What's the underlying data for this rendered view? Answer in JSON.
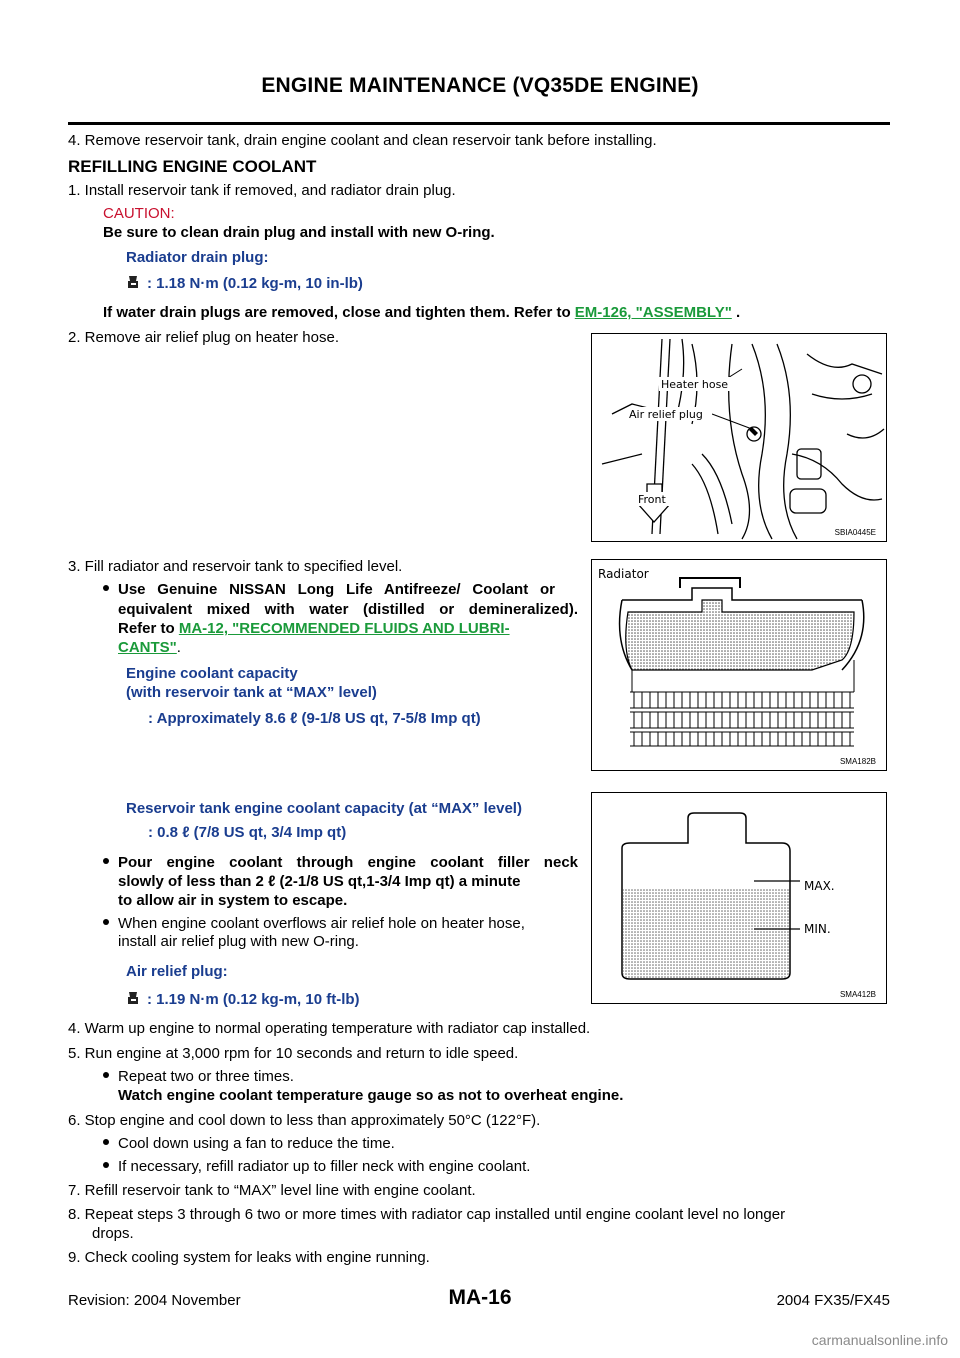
{
  "header": {
    "title": "ENGINE MAINTENANCE (VQ35DE ENGINE)"
  },
  "body": {
    "step4_top": "4.  Remove reservoir tank, drain engine coolant and clean reservoir tank before installing.",
    "section_title": "REFILLING ENGINE COOLANT",
    "step1": "1.  Install reservoir tank if removed, and radiator drain plug.",
    "caution_label": "CAUTION:",
    "caution_text": "Be sure to clean drain plug and install with new O-ring.",
    "drain_plug_label": "Radiator drain plug:",
    "drain_plug_torque": ": 1.18 N·m (0.12 kg-m, 10 in-lb)",
    "water_drain_text": "If water drain plugs are removed, close and tighten them. Refer to ",
    "water_drain_link": "EM-126, \"ASSEMBLY\"",
    "water_drain_end": " .",
    "step2": "2.  Remove air relief plug on heater hose.",
    "step3": "3.  Fill radiator and reservoir tank to specified level.",
    "bullet_genuine_1": "Use Genuine NISSAN Long Life Antifreeze/ Coolant or",
    "bullet_genuine_2": "equivalent mixed with water (distilled or demineralized).",
    "bullet_genuine_3": "Refer to ",
    "ma12_link_1": "MA-12, \"RECOMMENDED FLUIDS AND LUBRI-",
    "ma12_link_2": "CANTS\"",
    "ma12_end": ".",
    "capacity_label_1": "Engine coolant capacity",
    "capacity_label_2": "(with reservoir tank at “MAX” level)",
    "capacity_value": ": Approximately 8.6  ℓ  (9-1/8 US qt, 7-5/8 Imp qt)",
    "reservoir_capacity_label": "Reservoir tank engine coolant capacity (at “MAX” level)",
    "reservoir_capacity_value": ": 0.8  ℓ  (7/8 US qt, 3/4 Imp qt)",
    "pour_1": "Pour engine coolant through engine coolant filler neck",
    "pour_2": "slowly of less than 2  ℓ  (2-1/8 US qt,1-3/4 Imp qt) a minute",
    "pour_3": "to allow air in system to escape.",
    "overflow_1": "When engine coolant overflows air relief hole on heater hose,",
    "overflow_2": "install air relief plug with new O-ring.",
    "air_relief_label": "Air relief plug:",
    "air_relief_torque": ": 1.19 N·m (0.12 kg-m, 10 ft-lb)",
    "step4b": "4.  Warm up engine to normal operating temperature with radiator cap installed.",
    "step5": "5.  Run engine at 3,000 rpm for 10 seconds and return to idle speed.",
    "repeat_1": "Repeat two or three times.",
    "repeat_2": "Watch engine coolant temperature gauge so as not to overheat engine.",
    "step6": "6.  Stop engine and cool down to less than approximately 50°C (122°F).",
    "cool_fan": "Cool down using a fan to reduce the time.",
    "refill_radiator": "If necessary, refill radiator up to filler neck with engine coolant.",
    "step7": "7.  Refill reservoir tank to “MAX” level line with engine coolant.",
    "step8_1": "8.  Repeat steps 3 through 6 two or more times with radiator cap installed until engine coolant level no longer",
    "step8_2": "drops.",
    "step9": "9.  Check cooling system for leaks with engine running."
  },
  "figures": {
    "fig1": {
      "label_heater_hose": "Heater hose",
      "label_air_relief": "Air relief plug",
      "label_front": "Front",
      "code": "SBIA0445E"
    },
    "fig2": {
      "label_radiator": "Radiator",
      "code": "SMA182B"
    },
    "fig3": {
      "label_max": "MAX.",
      "label_min": "MIN.",
      "code": "SMA412B"
    }
  },
  "footer": {
    "revision": "Revision: 2004 November",
    "page_number": "MA-16",
    "model": "2004 FX35/FX45",
    "watermark": "carmanualsonline.info"
  },
  "icons": {
    "torque": "torque-wrench-icon"
  },
  "colors": {
    "caution_red": "#c8102e",
    "spec_blue": "#1a3d8f",
    "link_green": "#1a9a3a"
  }
}
